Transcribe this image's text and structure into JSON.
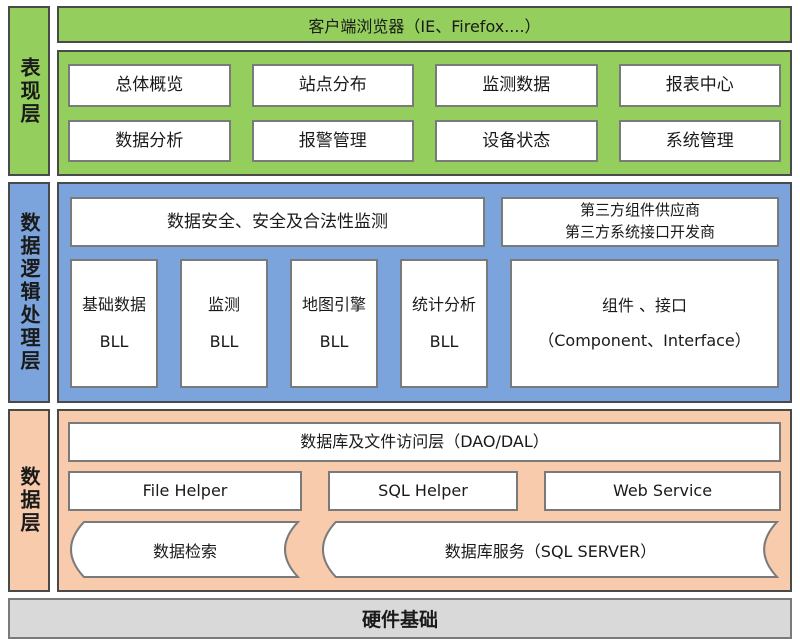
{
  "colors": {
    "layer_green": "#94CE5C",
    "layer_blue": "#7CA4DC",
    "layer_orange": "#F8CBAD",
    "hardware_gray": "#D9D9D9",
    "panel_border": "#4A4A4A",
    "box_border": "#7A7A7A",
    "text": "#1A1A1A"
  },
  "presentation": {
    "sidebar_label": "表现层",
    "browser_bar": "客户端浏览器（IE、Firefox....）",
    "modules": [
      "总体概览",
      "站点分布",
      "监测数据",
      "报表中心",
      "数据分析",
      "报警管理",
      "设备状态",
      "系统管理"
    ]
  },
  "logic": {
    "sidebar_label": "数据逻辑处理层",
    "security_box": "数据安全、安全及合法性监测",
    "thirdparty_line1": "第三方组件供应商",
    "thirdparty_line2": "第三方系统接口开发商",
    "bll": [
      {
        "name": "基础数据",
        "sub": "BLL"
      },
      {
        "name": "监测",
        "sub": "BLL"
      },
      {
        "name": "地图引擎",
        "sub": "BLL"
      },
      {
        "name": "统计分析",
        "sub": "BLL"
      }
    ],
    "component_line1": "组件 、接口",
    "component_line2": "（Component、Interface）"
  },
  "data_layer": {
    "sidebar_label": "数据层",
    "dao_bar": "数据库及文件访问层（DAO/DAL）",
    "helpers": [
      "File Helper",
      "SQL Helper",
      "Web Service"
    ],
    "stores": [
      "数据检索",
      "数据库服务（SQL SERVER）"
    ]
  },
  "hardware_bar": "硬件基础"
}
